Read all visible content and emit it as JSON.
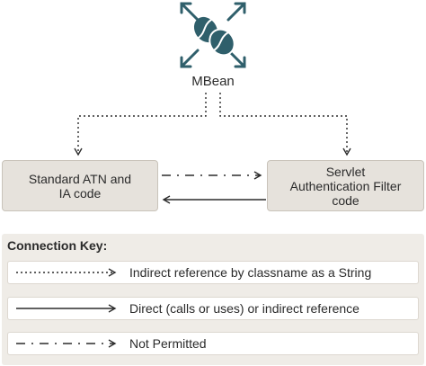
{
  "nodes": {
    "mbean": {
      "label": "MBean",
      "icon": "coffee-bean-expand-icon"
    },
    "atn": {
      "label_line1": "Standard ATN and",
      "label_line2": "IA code"
    },
    "servlet": {
      "label_line1": "Servlet",
      "label_line2": "Authentication Filter",
      "label_line3": "code"
    }
  },
  "key": {
    "title": "Connection Key:",
    "items": [
      {
        "style": "dotted",
        "text": "Indirect reference by classname as a String"
      },
      {
        "style": "solid",
        "text": "Direct (calls or uses) or indirect reference"
      },
      {
        "style": "dash-dot",
        "text": "Not Permitted"
      }
    ]
  },
  "colors": {
    "icon": "#2f5f6b",
    "box_fill": "#e6e2dc",
    "line": "#2b2b2b",
    "key_panel": "#efece7"
  }
}
